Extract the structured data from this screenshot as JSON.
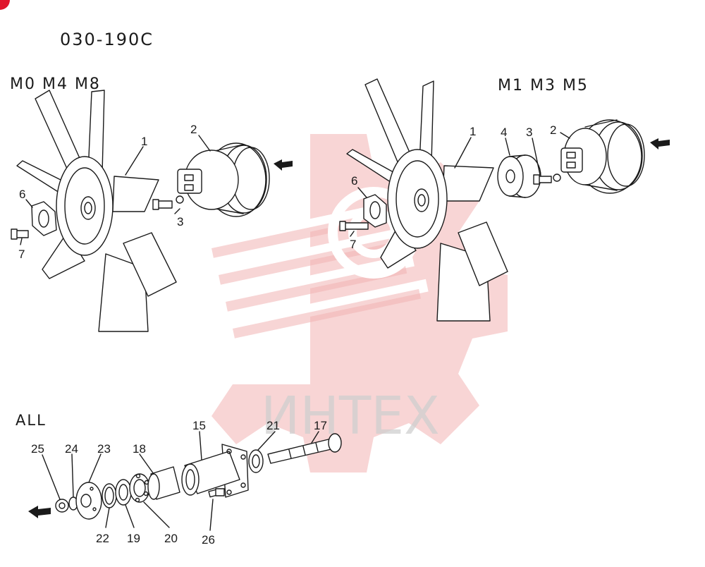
{
  "diagram_code": "030-190C",
  "groups": {
    "left": "M0 M4 M8",
    "right": "M1 M3 M5",
    "bottom": "ALL"
  },
  "watermark": "ИНТЕХ",
  "callouts": {
    "l1": "1",
    "l2": "2",
    "l3": "3",
    "l6": "6",
    "l7": "7",
    "r1": "1",
    "r2": "2",
    "r3": "3",
    "r4": "4",
    "r6": "6",
    "r7": "7",
    "b15": "15",
    "b17": "17",
    "b18": "18",
    "b19": "19",
    "b20": "20",
    "b21": "21",
    "b22": "22",
    "b23": "23",
    "b24": "24",
    "b25": "25",
    "b26": "26"
  }
}
